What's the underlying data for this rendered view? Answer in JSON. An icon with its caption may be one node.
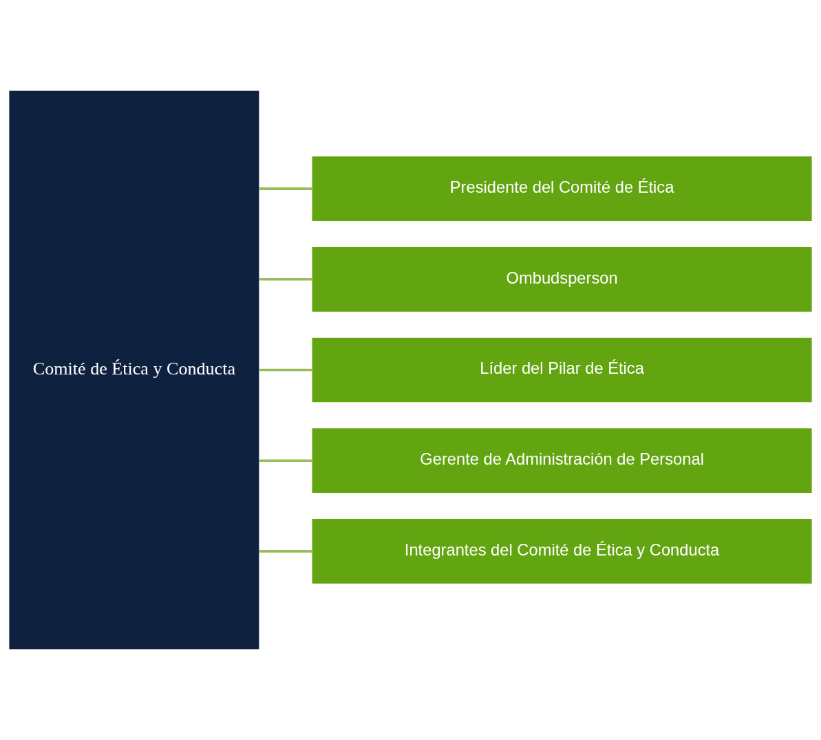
{
  "diagram": {
    "nodes": [
      {
        "text": [
          "Comité de Ética y Conducta"
        ]
      },
      {
        "text": [
          "Presidente del Comité de Ética"
        ]
      },
      {
        "text": [
          "Ombudsperson"
        ]
      },
      {
        "text": [
          "Líder del Pilar de Ética"
        ]
      },
      {
        "text": [
          "Gerente de Administración de Personal"
        ]
      },
      {
        "text": [
          "Integrantes del Comité de Ética y Conducta"
        ]
      }
    ],
    "edges": [
      {
        "from": 0,
        "to": 1,
        "arrow": "none"
      },
      {
        "from": 0,
        "to": 2,
        "arrow": "none"
      },
      {
        "from": 0,
        "to": 3,
        "arrow": "none"
      },
      {
        "from": 0,
        "to": 4,
        "arrow": "none"
      },
      {
        "from": 0,
        "to": 5,
        "arrow": "none"
      }
    ]
  }
}
